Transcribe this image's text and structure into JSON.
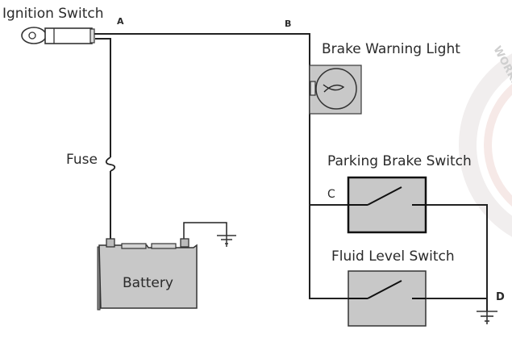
{
  "title": "Brake warning light circuit",
  "components": {
    "ignition_switch": "Ignition Switch",
    "fuse": "Fuse",
    "battery": "Battery",
    "brake_warning_light": "Brake Warning Light",
    "parking_brake_switch": "Parking Brake Switch",
    "fluid_level_switch": "Fluid Level Switch"
  },
  "points": {
    "a": "A",
    "b": "B",
    "c": "C",
    "d": "D"
  },
  "watermark": "WORKFORCE DE",
  "colors": {
    "component_fill": "#c8c8c8",
    "wire": "#222222",
    "watermark": "#e7c9c4"
  }
}
